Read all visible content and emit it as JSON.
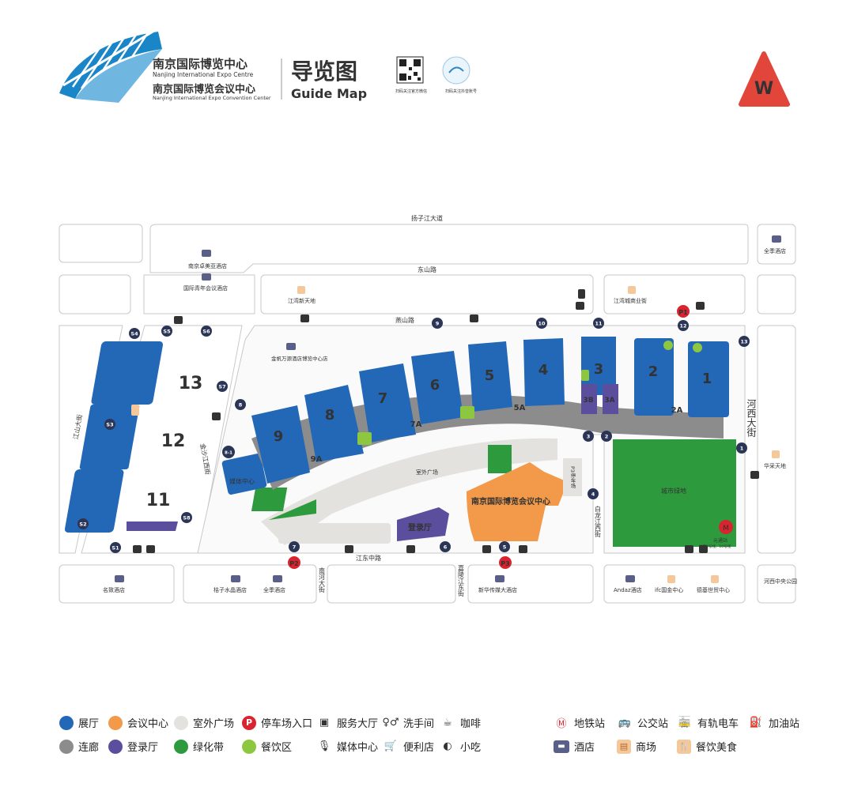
{
  "header": {
    "org_cn_1": "南京国际博览中心",
    "org_en_1": "Nanjing International Expo Centre",
    "org_cn_2": "南京国际博览会议中心",
    "org_en_2": "Nanjing International Expo Convention Center",
    "title_cn": "导览图",
    "title_en": "Guide Map",
    "qr1_caption": "扫码关注官方微信",
    "qr2_caption": "扫码关注抖音账号",
    "compass": "W"
  },
  "roads": {
    "yangzijiang": "扬子江大道",
    "dongshan": "东山路",
    "yanshan": "燕山路",
    "jiangdong_zhong": "江东中路",
    "jiangshan": "江山大街",
    "jinsha": "金沙江西街",
    "baijiang": "白龙江西街",
    "hexi": "河西大街",
    "nanhu": "南河大街",
    "qingling": "嘉陵江东街"
  },
  "halls": [
    {
      "label": "13"
    },
    {
      "label": "12"
    },
    {
      "label": "11"
    },
    {
      "label": "9"
    },
    {
      "label": "9A"
    },
    {
      "label": "8"
    },
    {
      "label": "7"
    },
    {
      "label": "7A"
    },
    {
      "label": "6"
    },
    {
      "label": "5"
    },
    {
      "label": "5A"
    },
    {
      "label": "4"
    },
    {
      "label": "3"
    },
    {
      "label": "3B"
    },
    {
      "label": "3A"
    },
    {
      "label": "2"
    },
    {
      "label": "2A"
    },
    {
      "label": "1"
    }
  ],
  "areas": {
    "media": "媒体中心",
    "plaza": "室外广场",
    "conference": "南京国际博览会议中心",
    "registration": "登录厅",
    "park": "城市绿地",
    "p3_area": "P3停车场",
    "huajin": "金帆万源酒店博览中心店"
  },
  "poi": {
    "hotel_zhuomei": "南京卓美亚酒店",
    "hotel_youth": "国际青年会议酒店",
    "jiangwan_new": "江湾新天地",
    "jiangwan_mall": "江湾城商业街",
    "all_seasons_tr": "全季酒店",
    "huaying": "华采天地",
    "mingzhi": "名致酒店",
    "juzi": "桔子水晶酒店",
    "all_seasons_b": "全季酒店",
    "xinhua": "新华传媒大酒店",
    "andaz": "Andaz酒店",
    "ifc": "ifc国金中心",
    "deji": "德基世贸中心",
    "hexi_park": "河西中央公园",
    "metro": "元通站",
    "metro_note": "地铁2号线、10号线"
  },
  "parking": [
    "P1",
    "P2",
    "P3"
  ],
  "gates": [
    "S1",
    "S2",
    "S3",
    "S4",
    "S5",
    "S6",
    "S7",
    "S8",
    "1",
    "2",
    "3",
    "4",
    "5",
    "6",
    "7",
    "8",
    "8-1",
    "9",
    "10",
    "11",
    "12",
    "13"
  ],
  "legend": [
    {
      "label": "展厅",
      "color": "#2368b6",
      "kind": "dot"
    },
    {
      "label": "会议中心",
      "color": "#f29a4a",
      "kind": "dot"
    },
    {
      "label": "室外广场",
      "color": "#e4e2df",
      "kind": "dot"
    },
    {
      "label": "停车场入口",
      "color": "#d9232e",
      "kind": "parking",
      "icon": "P"
    },
    {
      "label": "服务大厅",
      "kind": "icon",
      "icon": "briefcase-icon"
    },
    {
      "label": "洗手间",
      "kind": "icon",
      "icon": "restroom-icon"
    },
    {
      "label": "咖啡",
      "kind": "icon",
      "icon": "coffee-icon"
    },
    {
      "label": "连廊",
      "color": "#8c8c8c",
      "kind": "dot"
    },
    {
      "label": "登录厅",
      "color": "#5b4e9c",
      "kind": "dot"
    },
    {
      "label": "绿化带",
      "color": "#2e9a3e",
      "kind": "dot"
    },
    {
      "label": "餐饮区",
      "color": "#8dc63f",
      "kind": "dot"
    },
    {
      "label": "媒体中心",
      "kind": "icon",
      "icon": "microphone-icon"
    },
    {
      "label": "便利店",
      "kind": "icon",
      "icon": "cart-icon"
    },
    {
      "label": "小吃",
      "kind": "icon",
      "icon": "snack-icon"
    },
    {
      "label": "地铁站",
      "kind": "icon",
      "icon": "metro-icon"
    },
    {
      "label": "公交站",
      "kind": "icon",
      "icon": "bus-icon"
    },
    {
      "label": "有轨电车",
      "kind": "icon",
      "icon": "tram-icon"
    },
    {
      "label": "加油站",
      "kind": "icon",
      "icon": "fuel-icon"
    },
    {
      "label": "酒店",
      "kind": "icon",
      "icon": "hotel-icon"
    },
    {
      "label": "商场",
      "kind": "icon",
      "icon": "mall-icon"
    },
    {
      "label": "餐饮美食",
      "kind": "icon",
      "icon": "restaurant-icon"
    }
  ],
  "colors": {
    "hall": "#2368b6",
    "corridor": "#8c8c8c",
    "registration": "#5b4e9c",
    "conference": "#f29a4a",
    "green": "#2e9a3e",
    "food": "#8dc63f",
    "plaza": "#e4e2df",
    "parking": "#d9232e",
    "road": "#c8c8c8"
  }
}
